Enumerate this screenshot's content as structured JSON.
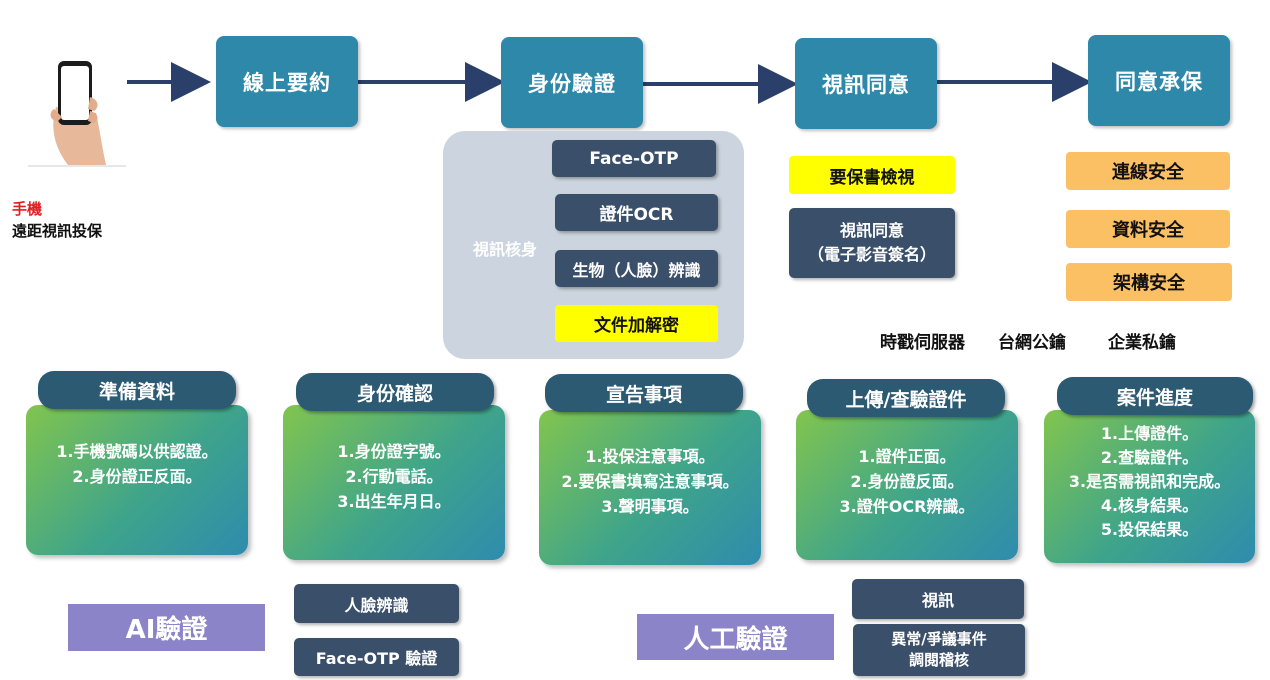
{
  "phone": {
    "label_red": "手機",
    "label_black": "遠距視訊投保"
  },
  "stages": [
    "線上要約",
    "身份驗證",
    "視訊同意",
    "同意承保"
  ],
  "identity": {
    "group_label": "視訊核身",
    "items": [
      "Face-OTP",
      "證件OCR",
      "生物（人臉）辨識"
    ],
    "highlight": "文件加解密"
  },
  "consent": {
    "highlight": "要保書檢視",
    "box_line1": "視訊同意",
    "box_line2": "（電子影音簽名）"
  },
  "security": [
    "連線安全",
    "資料安全",
    "架構安全"
  ],
  "keys": [
    "時戳伺服器",
    "台網公鑰",
    "企業私鑰"
  ],
  "panels": [
    {
      "title": "準備資料",
      "lines": [
        "1.手機號碼以供認證。",
        "2.身份證正反面。"
      ]
    },
    {
      "title": "身份確認",
      "lines": [
        "1.身份證字號。",
        "2.行動電話。",
        "3.出生年月日。"
      ]
    },
    {
      "title": "宣告事項",
      "lines": [
        "1.投保注意事項。",
        "2.要保書填寫注意事項。",
        "3.聲明事項。"
      ]
    },
    {
      "title": "上傳/查驗證件",
      "lines": [
        "1.證件正面。",
        "2.身份證反面。",
        "3.證件OCR辨識。"
      ]
    },
    {
      "title": "案件進度",
      "lines": [
        "1.上傳證件。",
        "2.查驗證件。",
        "3.是否需視訊和完成。",
        "4.核身結果。",
        "5.投保結果。"
      ]
    }
  ],
  "ai_section": {
    "tag": "AI驗證",
    "items": [
      "人臉辨識",
      "Face-OTP 驗證"
    ]
  },
  "manual_section": {
    "tag": "人工驗證",
    "item1": "視訊",
    "item2_line1": "異常/爭議事件",
    "item2_line2": "調閱稽核"
  },
  "colors": {
    "stage": "#2e88aa",
    "dark_box": "#3a4f6a",
    "highlight": "#ffff00",
    "security": "#fbbf64",
    "panel_header": "#2b5a72",
    "tag": "#8b84c9",
    "arrow": "#2a3f6a",
    "phone_label": "#e02020"
  }
}
